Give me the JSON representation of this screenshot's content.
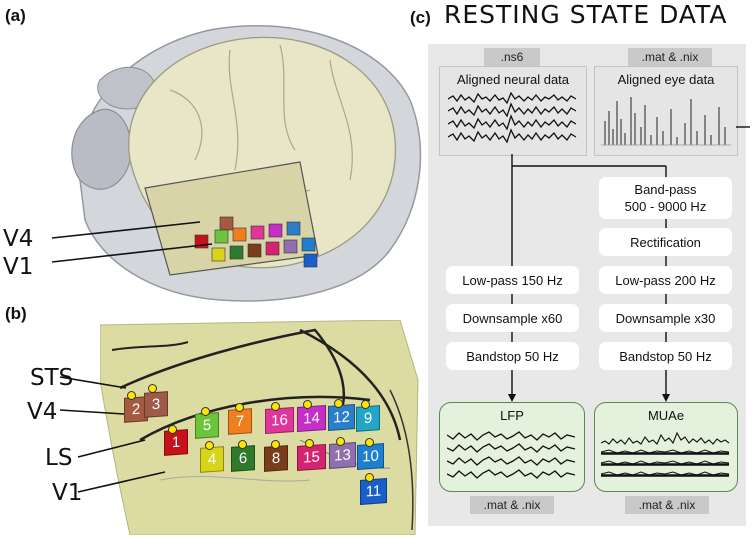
{
  "panels": {
    "a": "(a)",
    "b": "(b)",
    "c": "(c)"
  },
  "panel_a": {
    "labels": {
      "v4": "V4",
      "v1": "V1"
    }
  },
  "panel_b": {
    "labels": {
      "sts": "STS",
      "v4": "V4",
      "ls": "LS",
      "v1": "V1"
    },
    "electrodes": [
      {
        "id": "1",
        "color": "#c8121b"
      },
      {
        "id": "2",
        "color": "#a35a40"
      },
      {
        "id": "3",
        "color": "#9e5b45"
      },
      {
        "id": "4",
        "color": "#d8d41c"
      },
      {
        "id": "5",
        "color": "#6cc43a"
      },
      {
        "id": "6",
        "color": "#2f7a2c"
      },
      {
        "id": "7",
        "color": "#ef7f1e"
      },
      {
        "id": "8",
        "color": "#7a3d1c"
      },
      {
        "id": "9",
        "color": "#22a6c4"
      },
      {
        "id": "10",
        "color": "#1e7fd0"
      },
      {
        "id": "11",
        "color": "#1a5fc7"
      },
      {
        "id": "12",
        "color": "#2a7fc8"
      },
      {
        "id": "13",
        "color": "#8e6fb0"
      },
      {
        "id": "14",
        "color": "#c52fc7"
      },
      {
        "id": "15",
        "color": "#d42372"
      },
      {
        "id": "16",
        "color": "#e0369c"
      }
    ]
  },
  "panel_c": {
    "title": "RESTING STATE DATA",
    "inputs": {
      "neural": {
        "tag": ".ns6",
        "title": "Aligned neural data"
      },
      "eye": {
        "tag": ".mat & .nix",
        "title": "Aligned eye data"
      }
    },
    "lfp_steps": [
      "Low-pass 150 Hz",
      "Downsample x60",
      "Bandstop 50 Hz"
    ],
    "mua_steps": [
      "Band-pass\n500 - 9000 Hz",
      "Rectification",
      "Low-pass 200 Hz",
      "Downsample x30",
      "Bandstop 50 Hz"
    ],
    "outputs": {
      "lfp": {
        "title": "LFP",
        "tag": ".mat & .nix"
      },
      "mua": {
        "title": "MUAe",
        "tag": ".mat & .nix"
      }
    }
  }
}
